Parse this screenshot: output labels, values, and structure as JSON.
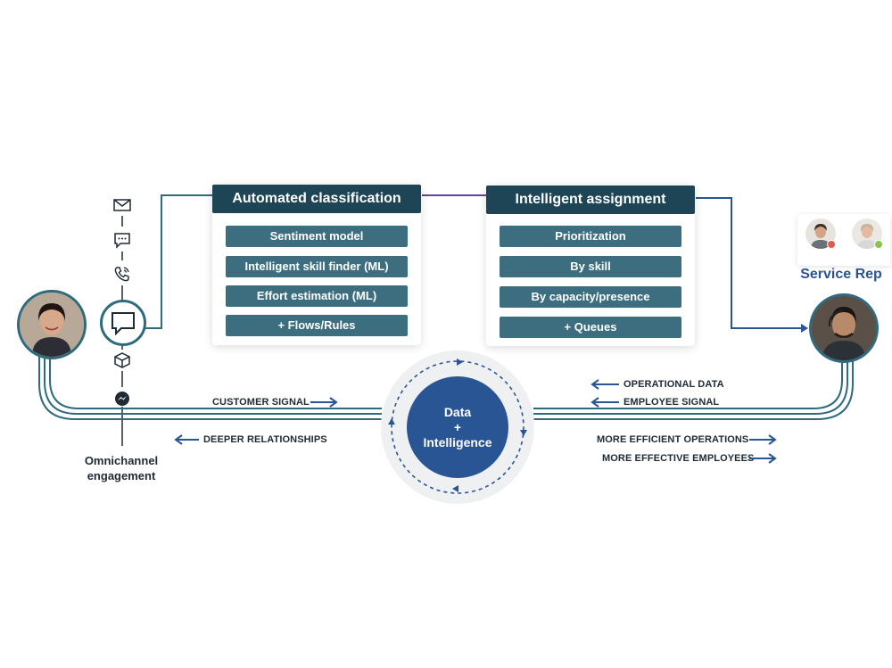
{
  "classification": {
    "title": "Automated classification",
    "items": [
      "Sentiment model",
      "Intelligent skill finder (ML)",
      "Effort estimation (ML)",
      "+ Flows/Rules"
    ]
  },
  "assignment": {
    "title": "Intelligent assignment",
    "items": [
      "Prioritization",
      "By skill",
      "By capacity/presence",
      "+ Queues"
    ]
  },
  "hub": {
    "line1": "Data",
    "line2": "+",
    "line3": "Intelligence"
  },
  "left_labels": {
    "customer_signal": "CUSTOMER SIGNAL",
    "deeper_relationships": "DEEPER RELATIONSHIPS"
  },
  "right_labels": {
    "operational_data": "OPERATIONAL DATA",
    "employee_signal": "EMPLOYEE SIGNAL",
    "more_efficient": "MORE EFFICIENT OPERATIONS",
    "more_effective": "MORE EFFECTIVE EMPLOYEES"
  },
  "omnichannel": {
    "line1": "Omnichannel",
    "line2": "engagement"
  },
  "service_rep": {
    "label": "Service Rep"
  },
  "channels": [
    "mail-icon",
    "sms-icon",
    "phone-icon",
    "chat-icon",
    "package-icon",
    "messenger-icon"
  ],
  "colors": {
    "header": "#1d4556",
    "pill": "#3c6e80",
    "line": "#2e6b7e",
    "hub": "#2a5594",
    "arrow": "#2a5594",
    "connector": "#6a3fa0",
    "status_busy": "#e05a4f",
    "status_available": "#8ac44a"
  }
}
